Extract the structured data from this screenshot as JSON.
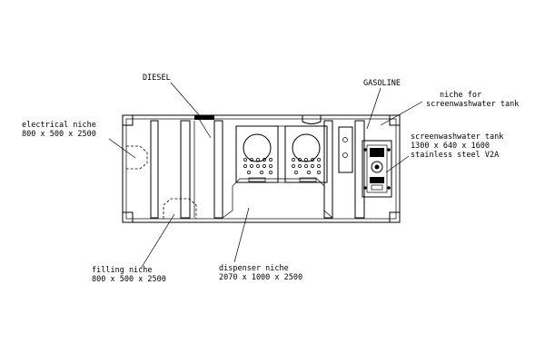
{
  "labels": {
    "diesel": "DIESEL",
    "gasoline": "GASOLINE",
    "niche_tank_line1": "niche for",
    "niche_tank_line2": "screenwashwater tank",
    "electrical_line1": "electrical niche",
    "electrical_line2": "800 x 500 x 2500",
    "tank_line1": "screenwashwater tank",
    "tank_line2": "1300 x 640 x 1600",
    "tank_line3": "stainless steel V2A",
    "filling_line1": "filling niche",
    "filling_line2": "800 x 500 x 2500",
    "dispenser_line1": "dispenser niche",
    "dispenser_line2": "2070 x 1000 x 2500"
  }
}
